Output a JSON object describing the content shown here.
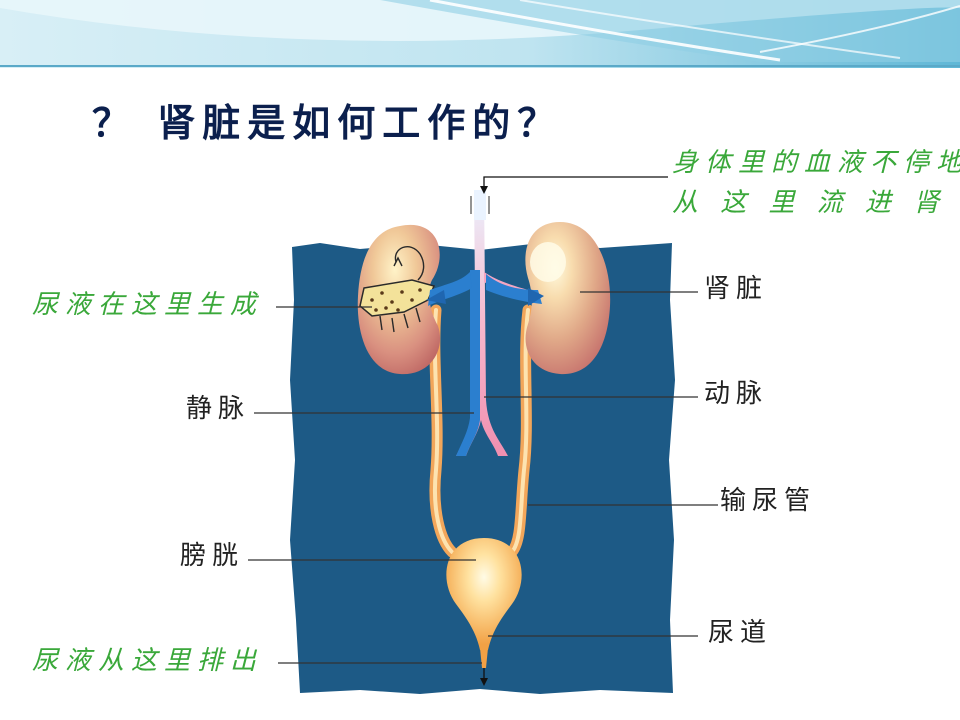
{
  "slide": {
    "title": "？ 肾脏是如何工作的？",
    "colors": {
      "banner": "#bfe6f2",
      "background_panel": "#1d5a86",
      "callout_green": "#3aa83a",
      "label_black": "#222222"
    }
  },
  "labels": {
    "blood_in_line1": "身体里的血液不停地",
    "blood_in_line2": "从 这 里 流 进 肾 脏",
    "urine_formed": "尿液在这里生成",
    "kidney": "肾脏",
    "vein": "静脉",
    "artery": "动脉",
    "ureter": "输尿管",
    "bladder": "膀胱",
    "urethra": "尿道",
    "urine_out": "尿液从这里排出"
  }
}
